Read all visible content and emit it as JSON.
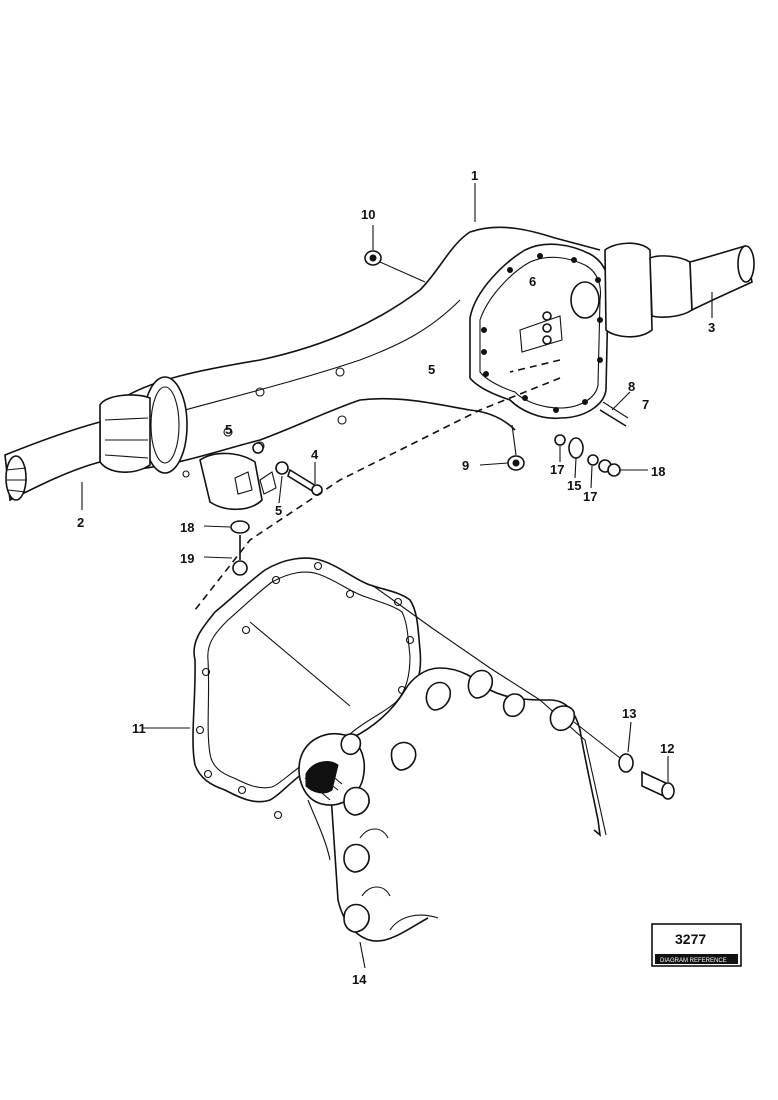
{
  "diagram": {
    "callouts": [
      {
        "id": "c1",
        "text": "1"
      },
      {
        "id": "c2",
        "text": "2"
      },
      {
        "id": "c3",
        "text": "3"
      },
      {
        "id": "c4",
        "text": "4"
      },
      {
        "id": "c5",
        "text": "5"
      },
      {
        "id": "c5b",
        "text": "5"
      },
      {
        "id": "c5c",
        "text": "5"
      },
      {
        "id": "c6",
        "text": "6"
      },
      {
        "id": "c7",
        "text": "7"
      },
      {
        "id": "c8",
        "text": "8"
      },
      {
        "id": "c9",
        "text": "9"
      },
      {
        "id": "c10",
        "text": "10"
      },
      {
        "id": "c11",
        "text": "11"
      },
      {
        "id": "c12",
        "text": "12"
      },
      {
        "id": "c13",
        "text": "13"
      },
      {
        "id": "c14",
        "text": "14"
      },
      {
        "id": "c15",
        "text": "15"
      },
      {
        "id": "c17a",
        "text": "17"
      },
      {
        "id": "c17b",
        "text": "17"
      },
      {
        "id": "c18a",
        "text": "18"
      },
      {
        "id": "c18b",
        "text": "18"
      },
      {
        "id": "c19",
        "text": "19"
      }
    ],
    "reference_box": {
      "code": "3277",
      "caption": "DIAGRAM REFERENCE"
    }
  }
}
